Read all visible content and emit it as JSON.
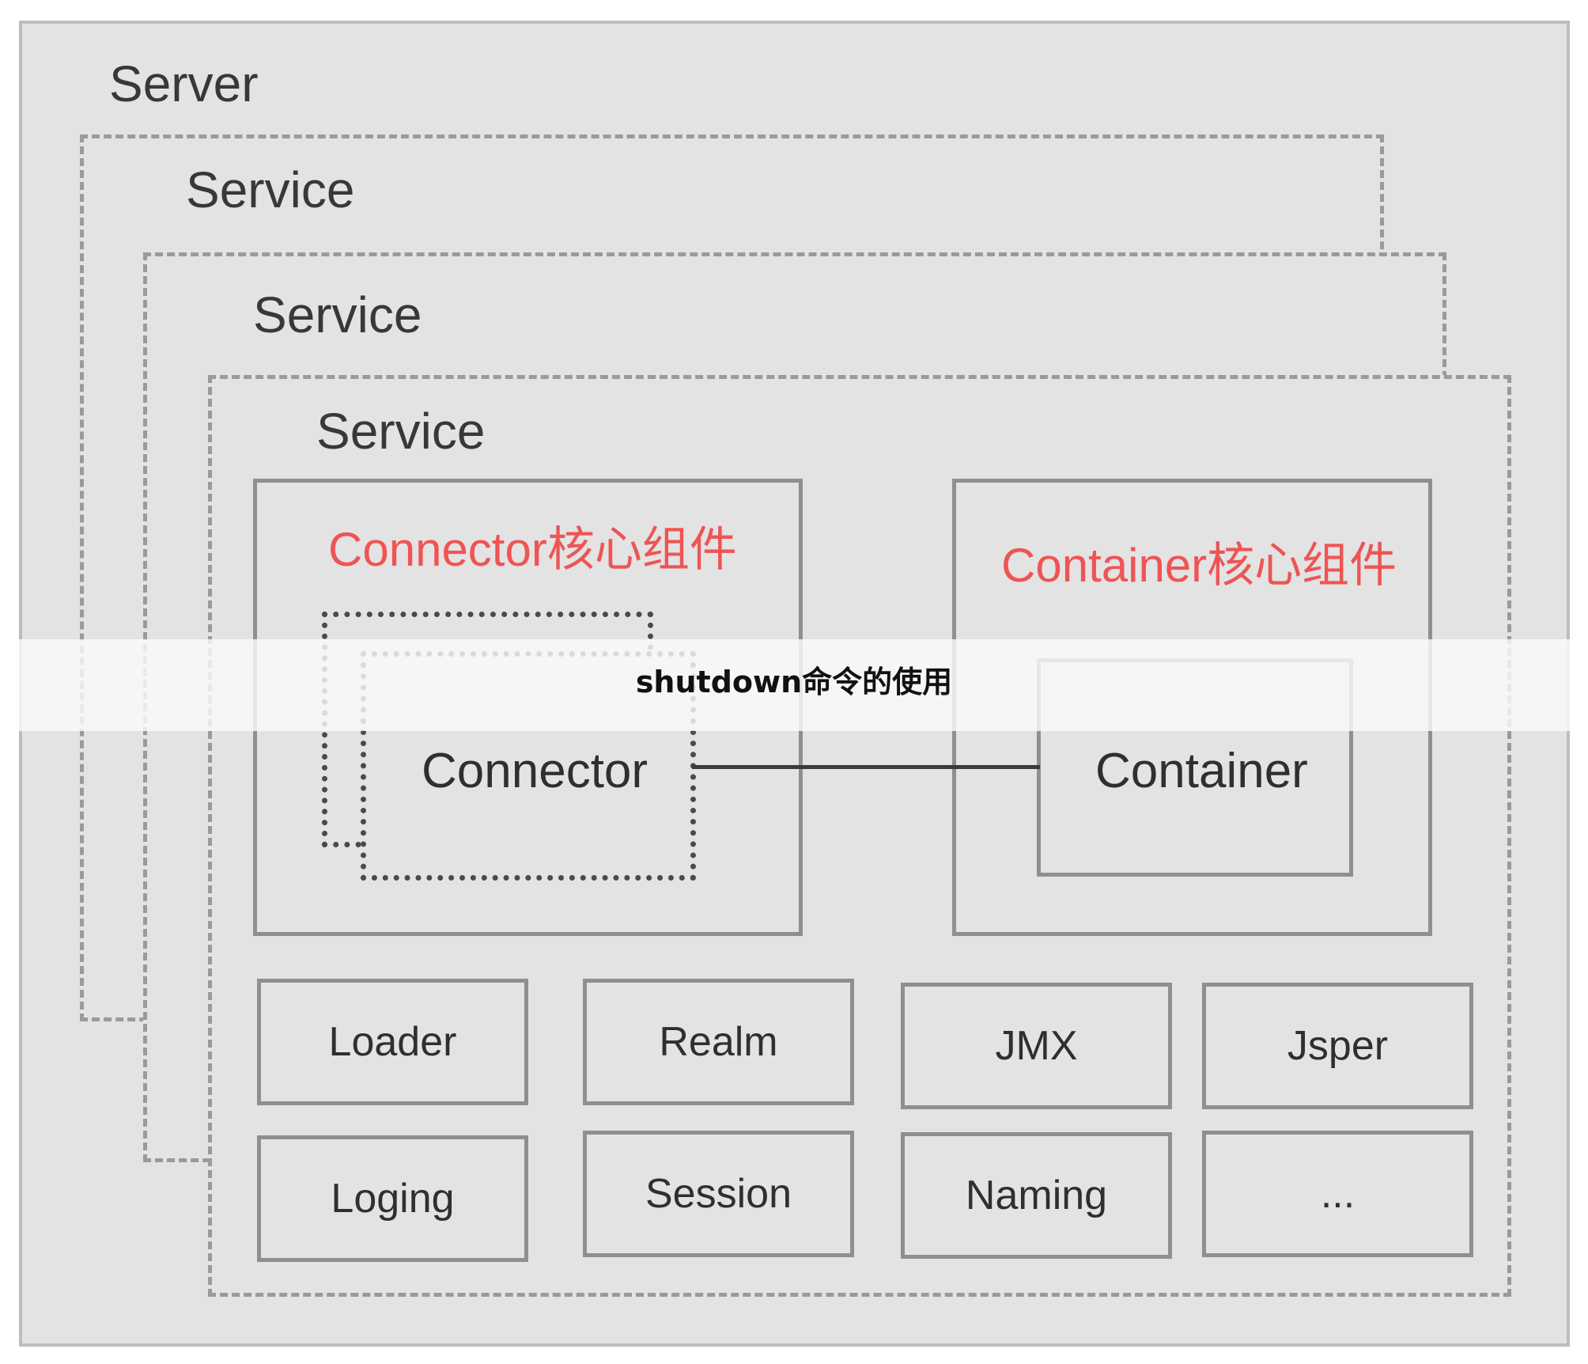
{
  "diagram": {
    "server_label": "Server",
    "service_labels": [
      "Service",
      "Service",
      "Service"
    ],
    "connector_group_title": "Connector核心组件",
    "container_group_title": "Container核心组件",
    "connector_label": "Connector",
    "container_label": "Container",
    "components_row1": [
      "Loader",
      "Realm",
      "JMX",
      "Jsper"
    ],
    "components_row2": [
      "Loging",
      "Session",
      "Naming",
      "..."
    ]
  },
  "caption": "shutdown命令的使用",
  "colors": {
    "accent_red": "#ef5454",
    "background": "#e3e3e3",
    "border": "#8f8f8f"
  }
}
